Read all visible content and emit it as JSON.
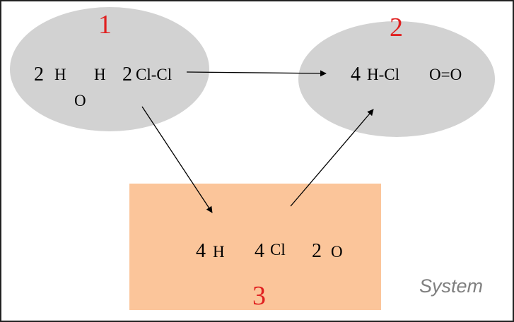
{
  "labels": {
    "state1": "1",
    "state2": "2",
    "state3": "3",
    "system": "System"
  },
  "state1": {
    "water_coef": "2",
    "water_h_left": "H",
    "water_h_right": "H",
    "water_o": "O",
    "chlorine_coef": "2",
    "chlorine_formula": "Cl-Cl"
  },
  "state2": {
    "hcl_coef": "4",
    "hcl_formula": "H-Cl",
    "oxygen_formula": "O=O"
  },
  "state3": {
    "h_coef": "4",
    "h_atom": "H",
    "cl_coef": "4",
    "cl_atom": "Cl",
    "o_coef": "2",
    "o_atom": "O"
  },
  "colors": {
    "ellipse_fill": "#d2d2d2",
    "box_fill": "#fbc59a",
    "state_number": "#e02020",
    "system_label": "#7f7f7f"
  }
}
